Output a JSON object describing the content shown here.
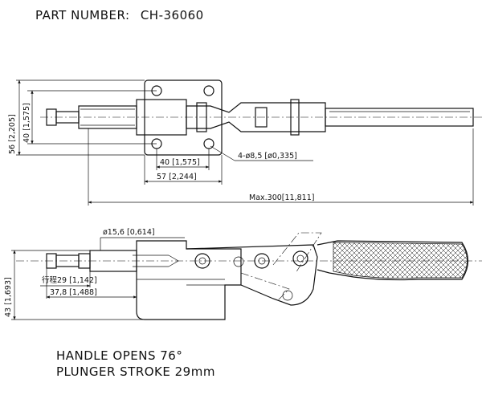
{
  "header": {
    "part_number_label": "PART NUMBER:",
    "part_number": "CH-36060"
  },
  "dimensions": {
    "height_56": "56 [2,205]",
    "height_40": "40 [1,575]",
    "holes": "4-ø8,5 [ø0,335]",
    "width_40": "40 [1,575]",
    "width_57": "57 [2,244]",
    "max_length": "Max.300[11,811]",
    "plunger_dia": "ø15,6 [0,614]",
    "height_43": "43 [1,693]",
    "stroke": "行程29 [1,142]",
    "offset_37": "37,8 [1,488]"
  },
  "notes": {
    "handle_opens": "HANDLE OPENS 76°",
    "plunger_stroke": "PLUNGER STROKE 29mm"
  }
}
